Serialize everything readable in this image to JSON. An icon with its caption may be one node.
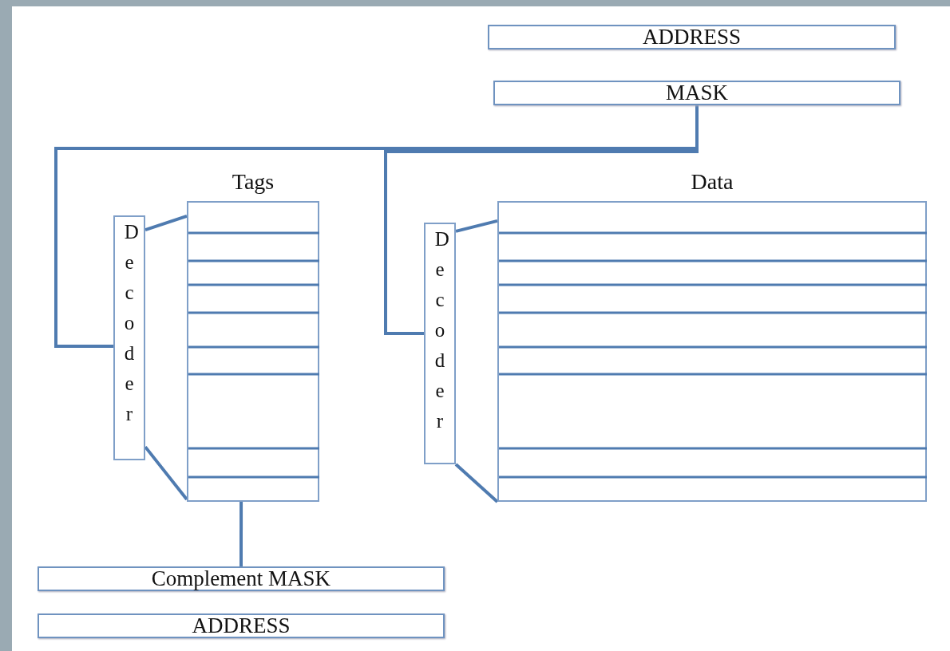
{
  "diagram": {
    "nodes": [
      {
        "text": [
          "ADDRESS"
        ]
      },
      {
        "text": [
          "MASK"
        ]
      },
      {
        "text": [
          "Tags"
        ]
      },
      {
        "text": [
          "Data"
        ]
      },
      {
        "text": [
          "Decoder"
        ]
      },
      {
        "text": [
          "Decoder"
        ]
      },
      {
        "text": [
          "Complement MASK"
        ]
      },
      {
        "text": [
          "ADDRESS"
        ]
      }
    ],
    "edges": [
      {
        "from": 1,
        "to": 4,
        "arrow": "none"
      },
      {
        "from": 1,
        "to": 5,
        "arrow": "none"
      },
      {
        "from": 4,
        "to": 2,
        "arrow": "none"
      },
      {
        "from": 4,
        "to": 2,
        "arrow": "none"
      },
      {
        "from": 5,
        "to": 3,
        "arrow": "none"
      },
      {
        "from": 5,
        "to": 3,
        "arrow": "none"
      },
      {
        "from": 2,
        "to": 6,
        "arrow": "none"
      }
    ]
  }
}
